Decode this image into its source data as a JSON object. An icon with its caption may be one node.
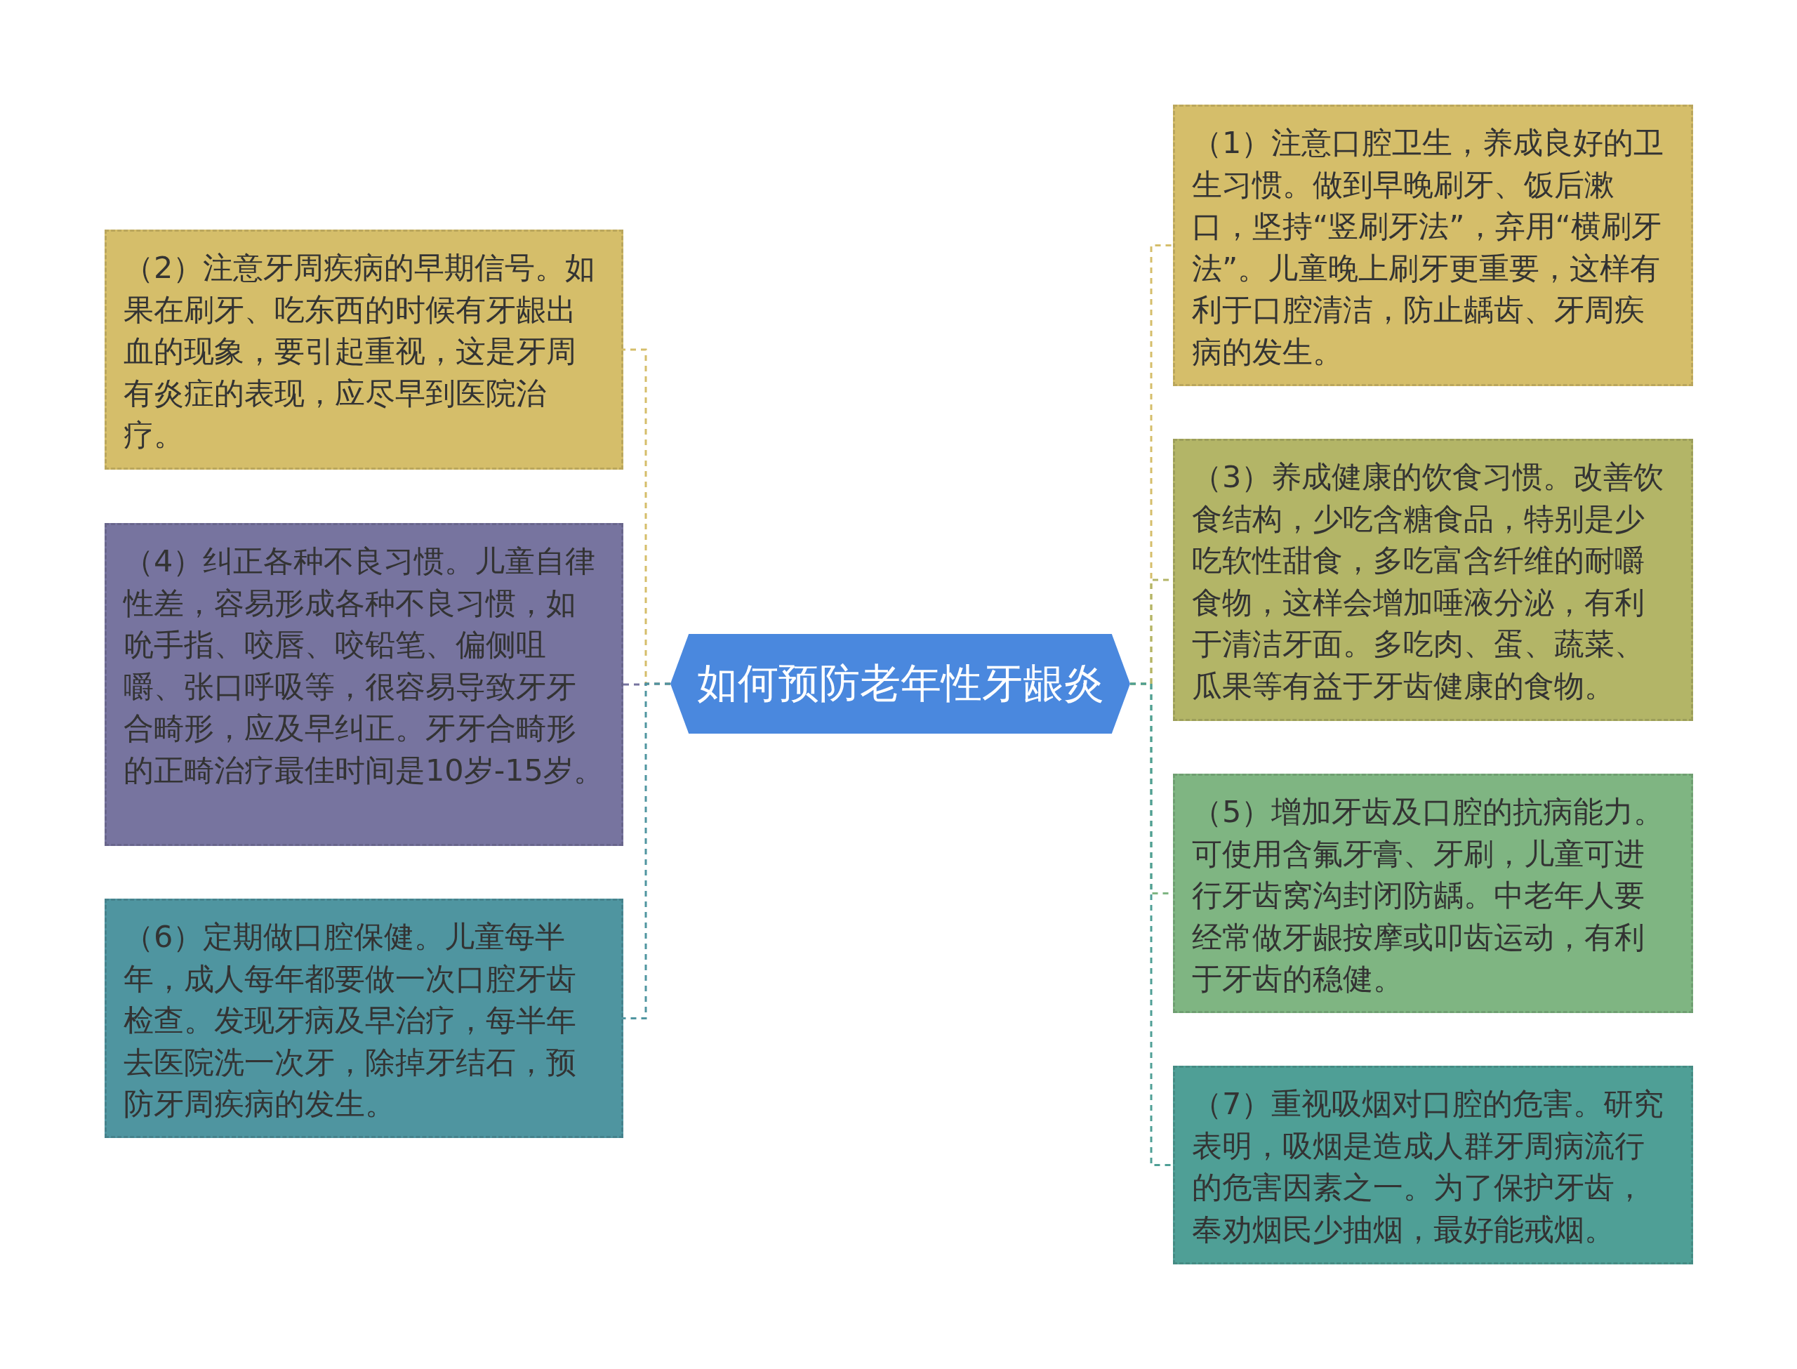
{
  "diagram": {
    "nodes": [
      {
        "text": [
          "如何预防老年性牙龈炎"
        ]
      },
      {
        "text": [
          "（1）注意口腔卫生，养成良好的卫生习惯。做到早晚刷牙、饭后漱口，坚持“竖刷牙法”，弃用“横刷牙法”。儿童晚上刷牙更重要，这样有利于口腔清洁，防止龋齿、牙周疾病的发生。"
        ]
      },
      {
        "text": [
          "（2）注意牙周疾病的早期信号。如果在刷牙、吃东西的时候有牙龈出血的现象，要引起重视，这是牙周有炎症的表现，应尽早到医院治疗。"
        ]
      },
      {
        "text": [
          "（3）养成健康的饮食习惯。改善饮食结构，少吃含糖食品，特别是少吃软性甜食，多吃富含纤维的耐嚼食物，这样会增加唾液分泌，有利于清洁牙面。多吃肉、蛋、蔬菜、瓜果等有益于牙齿健康的食物。"
        ]
      },
      {
        "text": [
          "（4）纠正各种不良习惯。儿童自律性差，容易形成各种不良习惯，如吮手指、咬唇、咬铅笔、偏侧咀嚼、张口呼吸等，很容易导致牙牙合畸形，应及早纠正。牙牙合畸形的正畸治疗最佳时间是10岁-15岁。"
        ]
      },
      {
        "text": [
          "（5）增加牙齿及口腔的抗病能力。可使用含氟牙膏、牙刷，儿童可进行牙齿窝沟封闭防龋。中老年人要经常做牙龈按摩或叩齿运动，有利于牙齿的稳健。"
        ]
      },
      {
        "text": [
          "（6）定期做口腔保健。儿童每半年，成人每年都要做一次口腔牙齿检查。发现牙病及早治疗，每半年去医院洗一次牙，除掉牙结石，预防牙周疾病的发生。"
        ]
      },
      {
        "text": [
          "（7）重视吸烟对口腔的危害。研究表明，吸烟是造成人群牙周病流行的危害因素之一。为了保护牙齿，奉劝烟民少抽烟，最好能戒烟。"
        ]
      }
    ],
    "edges": [
      {
        "from": 0,
        "to": 1,
        "arrow": "none",
        "color": "#d5be6a"
      },
      {
        "from": 0,
        "to": 2,
        "arrow": "none",
        "color": "#d5be6a"
      },
      {
        "from": 0,
        "to": 3,
        "arrow": "none",
        "color": "#b3b567"
      },
      {
        "from": 0,
        "to": 4,
        "arrow": "none",
        "color": "#77749f"
      },
      {
        "from": 0,
        "to": 5,
        "arrow": "none",
        "color": "#7fb582"
      },
      {
        "from": 0,
        "to": 6,
        "arrow": "none",
        "color": "#4f95a0"
      },
      {
        "from": 0,
        "to": 7,
        "arrow": "none",
        "color": "#4f9f96"
      }
    ]
  }
}
